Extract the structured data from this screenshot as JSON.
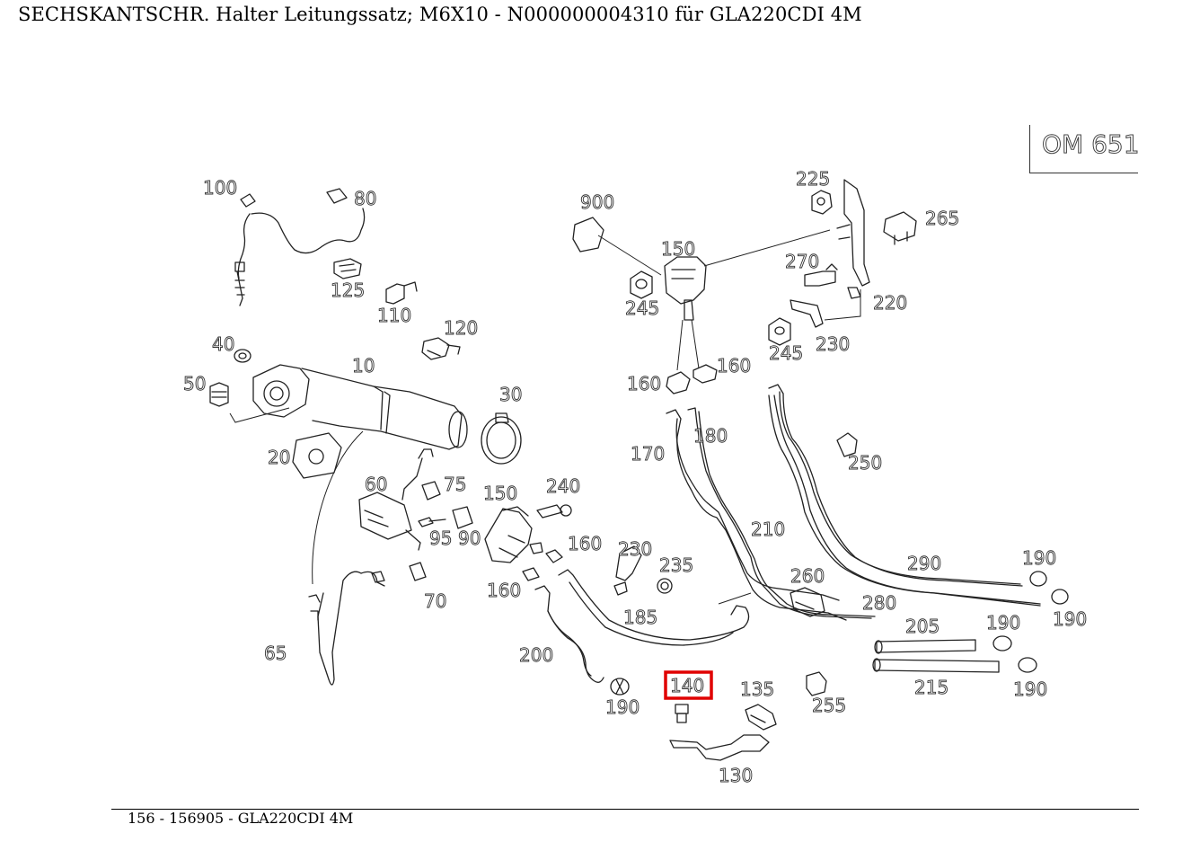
{
  "title": "SECHSKANTSCHR. Halter Leitungssatz; M6X10 - N000000004310 für GLA220CDI 4M",
  "engine": "OM 651",
  "footer": "156 - 156905 - GLA220CDI 4M",
  "highlight_color": "#e00000",
  "highlighted_part": "140",
  "parts": {
    "p100": "100",
    "p80": "80",
    "p125": "125",
    "p110": "110",
    "p120": "120",
    "p40": "40",
    "p10": "10",
    "p50": "50",
    "p30": "30",
    "p20": "20",
    "p60": "60",
    "p75": "75",
    "p150a": "150",
    "p240": "240",
    "p95": "95",
    "p90": "90",
    "p160a": "160",
    "p70": "70",
    "p160b": "160",
    "p65": "65",
    "p230a": "230",
    "p235": "235",
    "p185": "185",
    "p200": "200",
    "p190a": "190",
    "p140": "140",
    "p135": "135",
    "p130": "130",
    "p900": "900",
    "p150b": "150",
    "p245a": "245",
    "p160c": "160",
    "p160d": "160",
    "p170": "170",
    "p180": "180",
    "p210": "210",
    "p225": "225",
    "p265": "265",
    "p270": "270",
    "p220": "220",
    "p245b": "245",
    "p230b": "230",
    "p250": "250",
    "p260": "260",
    "p290": "290",
    "p280": "280",
    "p190b": "190",
    "p190c": "190",
    "p205": "205",
    "p190d": "190",
    "p215": "215",
    "p190e": "190",
    "p255": "255"
  }
}
